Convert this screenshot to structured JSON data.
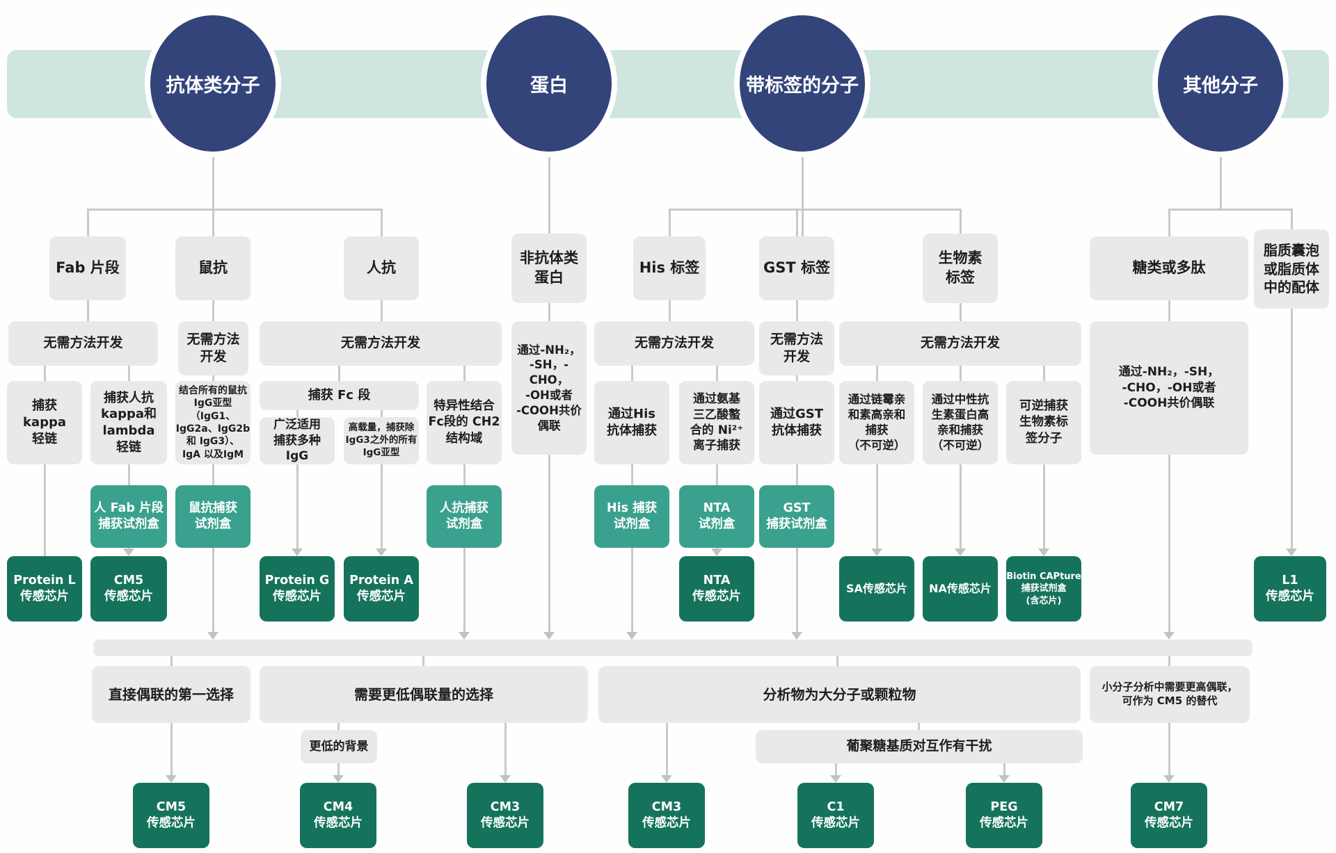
{
  "palette": {
    "navy": "#32447a",
    "banner_teal": "#cfe5e0",
    "box_gray": "#e9e9e9",
    "kit_green": "#3aa18e",
    "chip_green": "#15735c",
    "line_gray": "#c9c9c9"
  },
  "circles": {
    "antibody": "抗体类分子",
    "protein": "蛋白",
    "tagged": "带标签的分子",
    "other": "其他分子"
  },
  "categories": {
    "fab": "Fab 片段",
    "mouse": "鼠抗",
    "human": "人抗",
    "non_antibody": "非抗体类\n蛋白",
    "his": "His 标签",
    "gst": "GST 标签",
    "biotin": "生物素\n标签",
    "sugar": "糖类或多肽",
    "lipid": "脂质囊泡\n或脂质体\n中的配体"
  },
  "methods": {
    "fab": "无需方法开发",
    "mouse": "无需方法\n开发",
    "human": "无需方法开发",
    "his": "无需方法开发",
    "gst": "无需方法\n开发",
    "biotin": "无需方法开发",
    "protein_coupling": "通过-NH₂，\n-SH，-CHO，\n-OH或者\n-COOH共价\n偶联",
    "sugar_coupling": "通过-NH₂，-SH，\n-CHO，-OH或者\n-COOH共价偶联"
  },
  "captures": {
    "kappa": "捕获\nkappa\n轻链",
    "human_kappa_lambda": "捕获人抗\nkappa和\nlambda\n轻链",
    "mouse_igg": "结合所有的鼠抗\nIgG亚型（IgG1、\nIgG2a、IgG2b\n和 IgG3）、\nIgA 以及IgM",
    "fc_header": "捕获 Fc 段",
    "fc_broad": "广泛适用\n捕获多种\nIgG",
    "fc_high": "高载量，捕获除\nIgG3之外的所有\nIgG亚型",
    "specific_ch2": "特异性结合\nFc段的 CH2\n结构域",
    "his_ab": "通过His\n抗体捕获",
    "nta_ni": "通过氨基\n三乙酸螯\n合的 Ni²⁺\n离子捕获",
    "gst_ab": "通过GST\n抗体捕获",
    "streptavidin": "通过链霉亲\n和素高亲和\n捕获\n（不可逆）",
    "neutravidin": "通过中性抗\n生素蛋白高\n亲和捕获\n（不可逆）",
    "reversible_biotin": "可逆捕获\n生物素标\n签分子"
  },
  "kits": {
    "human_fab": "人 Fab 片段\n捕获试剂盒",
    "mouse": "鼠抗捕获\n试剂盒",
    "human": "人抗捕获\n试剂盒",
    "his": "His 捕获\n试剂盒",
    "nta": "NTA\n试剂盒",
    "gst": "GST\n捕获试剂盒"
  },
  "chips": {
    "protein_l": "Protein L\n传感芯片",
    "cm5": "CM5\n传感芯片",
    "protein_g": "Protein G\n传感芯片",
    "protein_a": "Protein A\n传感芯片",
    "nta": "NTA\n传感芯片",
    "sa": "SA传感芯片",
    "na": "NA传感芯片",
    "biotin_capture": "Biotin CAPture\n捕获试剂盒\n(含芯片)",
    "l1": "L1\n传感芯片"
  },
  "decision_bands": {
    "direct_first": "直接偶联的第一选择",
    "lower_coupling": "需要更低偶联量的选择",
    "large_analyte": "分析物为大分子或颗粒物",
    "small_molecule": "小分子分析中需要更高偶联，\n可作为 CM5 的替代",
    "lower_background": "更低的背景",
    "dextran_interference": "葡聚糖基质对互作有干扰"
  },
  "bottom_chips": {
    "cm5": "CM5\n传感芯片",
    "cm4": "CM4\n传感芯片",
    "cm3_a": "CM3\n传感芯片",
    "cm3_b": "CM3\n传感芯片",
    "c1": "C1\n传感芯片",
    "peg": "PEG\n传感芯片",
    "cm7": "CM7\n传感芯片"
  }
}
